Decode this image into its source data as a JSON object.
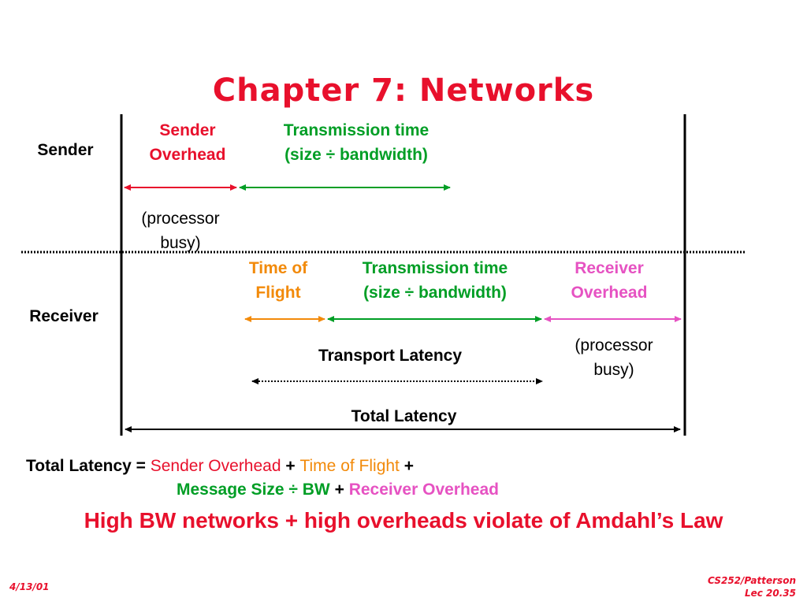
{
  "title": "Chapter 7: Networks",
  "sender_label": "Sender",
  "receiver_label": "Receiver",
  "sender": {
    "overhead_line1": "Sender",
    "overhead_line2": "Overhead",
    "transmission_line1": "Transmission time",
    "transmission_line2": "(size ÷ bandwidth)",
    "busy_line1": "(processor",
    "busy_line2": "busy)"
  },
  "receiver": {
    "flight_line1": "Time of",
    "flight_line2": "Flight",
    "transmission_line1": "Transmission time",
    "transmission_line2": "(size ÷ bandwidth)",
    "overhead_line1": "Receiver",
    "overhead_line2": "Overhead",
    "busy_line1": "(processor",
    "busy_line2": "busy)"
  },
  "transport_latency": "Transport Latency",
  "total_latency": "Total Latency",
  "formula": {
    "lhs": "Total Latency = ",
    "sender_overhead": "Sender Overhead",
    "plus1": " + ",
    "time_of_flight": "Time of Flight",
    "plus2": " +",
    "message_size": "Message Size ÷ BW",
    "plus3": " + ",
    "receiver_overhead": "Receiver Overhead"
  },
  "headline": "High BW networks + high overheads violate of Amdahl’s Law",
  "footer": {
    "date": "4/13/01",
    "course": "CS252/Patterson",
    "lecture": "Lec 20.35"
  },
  "colors": {
    "red": "#e8102c",
    "green": "#009e25",
    "orange": "#f28a0a",
    "pink": "#e652c2"
  }
}
